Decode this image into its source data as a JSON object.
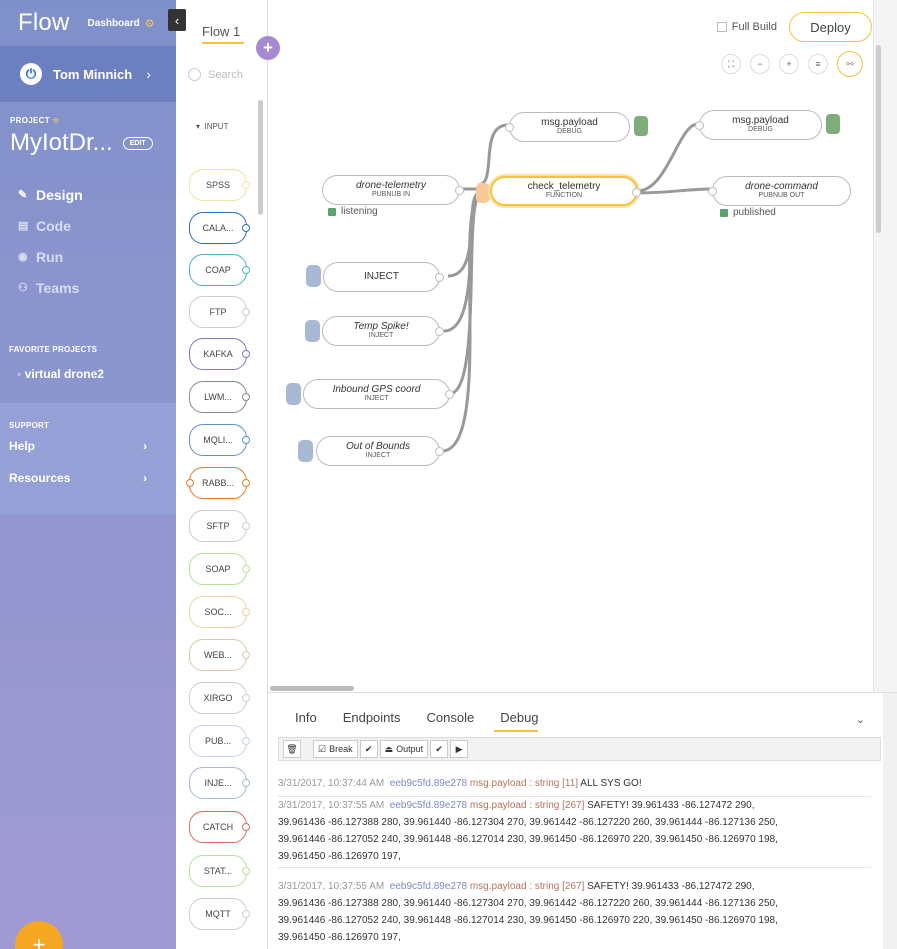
{
  "sidebar": {
    "logo": "Flow",
    "dashboard_label": "Dashboard",
    "user_name": "Tom Minnich",
    "project_label": "PROJECT",
    "project_name": "MyIotDr...",
    "edit_label": "EDIT",
    "nav": [
      {
        "label": "Design",
        "icon": "pencil-icon",
        "active": true
      },
      {
        "label": "Code",
        "icon": "code-doc-icon"
      },
      {
        "label": "Run",
        "icon": "run-icon"
      },
      {
        "label": "Teams",
        "icon": "teams-icon"
      }
    ],
    "favorites_title": "FAVORITE PROJECTS",
    "favorites": [
      "virtual drone2"
    ],
    "support_title": "SUPPORT",
    "support_items": [
      "Help",
      "Resources"
    ],
    "fab_label": "+",
    "accent_color": "#f5a623"
  },
  "palette": {
    "flow_tab": "Flow 1",
    "search_placeholder": "Search",
    "category": "INPUT",
    "nodes": [
      {
        "label": "SPSS",
        "color": "#f1e3a0"
      },
      {
        "label": "CALA...",
        "color": "#2a6fb0"
      },
      {
        "label": "COAP",
        "color": "#4bb3bd"
      },
      {
        "label": "FTP",
        "color": "#cccccc"
      },
      {
        "label": "KAFKA",
        "color": "#7a7ab8"
      },
      {
        "label": "LWM...",
        "color": "#888888"
      },
      {
        "label": "MQLI...",
        "color": "#5a8fcf"
      },
      {
        "label": "RABB...",
        "color": "#e07b28"
      },
      {
        "label": "SFTP",
        "color": "#cccccc"
      },
      {
        "label": "SOAP",
        "color": "#b7e0a0"
      },
      {
        "label": "SOC...",
        "color": "#e9d4a0"
      },
      {
        "label": "WEB...",
        "color": "#d9c9a8"
      },
      {
        "label": "XIRGO",
        "color": "#cccccc"
      },
      {
        "label": "PUB...",
        "color": "#c8d3e8"
      },
      {
        "label": "INJE...",
        "color": "#a8b9d3"
      },
      {
        "label": "CATCH",
        "color": "#d96b5e"
      },
      {
        "label": "STAT...",
        "color": "#b7e0a0"
      },
      {
        "label": "MQTT",
        "color": "#cccccc"
      }
    ]
  },
  "canvas": {
    "full_build_label": "Full Build",
    "deploy_label": "Deploy",
    "tools": [
      "⛶",
      "−",
      "+",
      "≡",
      "🔗"
    ],
    "nodes": {
      "debug1": {
        "title": "msg.payload",
        "sub": "DEBUG"
      },
      "debug2": {
        "title": "msg.payload",
        "sub": "DEBUG"
      },
      "telemetry": {
        "title": "drone-telemetry",
        "sub": "PUBNUB IN"
      },
      "check": {
        "title": "check_telemetry",
        "sub": "FUNCTION"
      },
      "command": {
        "title": "drone-command",
        "sub": "PUBNUB OUT"
      },
      "inject": {
        "title": "INJECT"
      },
      "temp": {
        "title": "Temp Spike!",
        "sub": "INJECT"
      },
      "gps": {
        "title": "Inbound GPS coord",
        "sub": "INJECT"
      },
      "oob": {
        "title": "Out of Bounds",
        "sub": "INJECT"
      }
    },
    "status_listening": "listening",
    "status_published": "published"
  },
  "panel": {
    "tabs": [
      "Info",
      "Endpoints",
      "Console",
      "Debug"
    ],
    "active_tab": "Debug",
    "toolbar": {
      "break_label": "Break",
      "output_label": "Output"
    },
    "logs": [
      {
        "meta": "3/31/2017, 10:37:44 AM",
        "id": "eeb9c5fd.89e278",
        "topic": "msg.payload : string [11]",
        "text": "ALL SYS GO!"
      },
      {
        "meta": "3/31/2017, 10:37:55 AM",
        "id": "eeb9c5fd.89e278",
        "topic": "msg.payload : string [267]",
        "text": "SAFETY! 39.961433 -86.127472 290,",
        "rest": [
          "39.961436 -86.127388 280, 39.961440 -86.127304 270, 39.961442 -86.127220 260, 39.961444 -86.127136 250,",
          "39.961446 -86.127052 240, 39.961448 -86.127014 230, 39.961450 -86.126970 220, 39.961450 -86.126970 198,",
          "39.961450 -86.126970 197,"
        ]
      },
      {
        "meta": "3/31/2017, 10:37:55 AM",
        "id": "eeb9c5fd.89e278",
        "topic": "msg.payload : string [267]",
        "text": "SAFETY! 39.961433 -86.127472 290,",
        "rest": [
          "39.961436 -86.127388 280, 39.961440 -86.127304 270, 39.961442 -86.127220 260, 39.961444 -86.127136 250,",
          "39.961446 -86.127052 240, 39.961448 -86.127014 230, 39.961450 -86.126970 220, 39.961450 -86.126970 198,",
          "39.961450 -86.126970 197,"
        ]
      }
    ]
  }
}
